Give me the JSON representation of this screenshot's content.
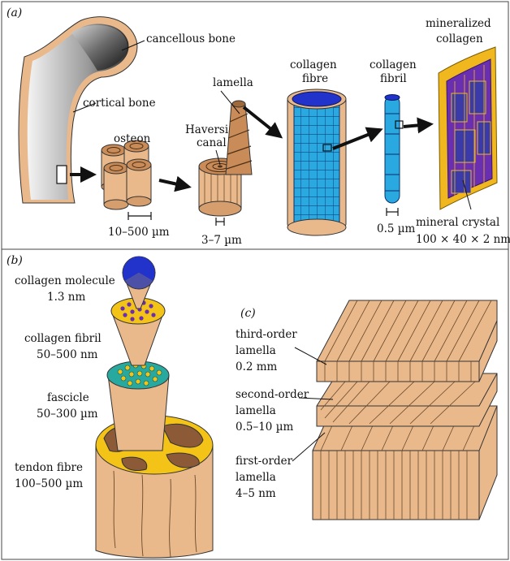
{
  "panels": {
    "a": "(a)",
    "b": "(b)",
    "c": "(c)"
  },
  "panel_a": {
    "cancellous_bone": "cancellous bone",
    "cortical_bone": "cortical bone",
    "osteon": "osteon",
    "osteon_scale": "10–500 µm",
    "haversian_canal_line1": "Haversian",
    "haversian_canal_line2": "canal",
    "lamella": "lamella",
    "lamella_scale": "3–7 µm",
    "collagen_fibre_line1": "collagen",
    "collagen_fibre_line2": "fibre",
    "collagen_fibril_line1": "collagen",
    "collagen_fibril_line2": "fibril",
    "fibril_scale": "0.5 µm",
    "mineralized_line1": "mineralized",
    "mineralized_line2": "collagen",
    "mineral_crystal": "mineral crystal",
    "mineral_crystal_dims": "100 × 40 × 2 nm"
  },
  "panel_b": {
    "collagen_molecule": "collagen molecule",
    "collagen_molecule_size": "1.3 nm",
    "collagen_fibril": "collagen fibril",
    "collagen_fibril_size": "50–500 nm",
    "fascicle": "fascicle",
    "fascicle_size": "50–300 µm",
    "tendon_fibre": "tendon fibre",
    "tendon_fibre_size": "100–500 µm"
  },
  "panel_c": {
    "third_order": "third-order",
    "third_order_word": "lamella",
    "third_order_size": "0.2 mm",
    "second_order": "second-order",
    "second_order_word": "lamella",
    "second_order_size": "0.5–10 µm",
    "first_order": "first-order",
    "first_order_word": "lamella",
    "first_order_size": "4–5 nm"
  },
  "colors": {
    "bone_tan": "#e9b98c",
    "fibre_blue": "#2aa8e0",
    "fibre_dark_blue": "#2233cc",
    "mineral_gold": "#f0b81e",
    "mineral_purple": "#6a2fb0",
    "fascicle_teal": "#28a9a0",
    "tendon_brown": "#8c5a36",
    "tendon_yellow": "#f3c318"
  }
}
